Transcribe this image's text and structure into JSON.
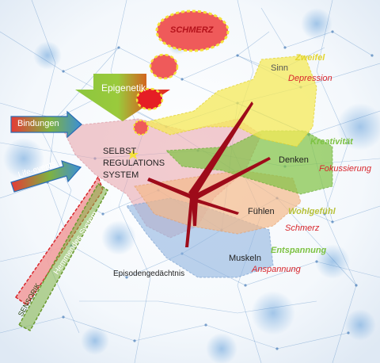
{
  "labels": {
    "schmerz_top": "SCHMERZ",
    "epigenetik": "Epigenetik",
    "bindungen": "Bindungen",
    "life_events": "Life-events",
    "selbst_1": "SELBST",
    "selbst_2": "REGULATIONS",
    "selbst_3": "SYSTEM",
    "hemmendes": "Hemmendes System",
    "sensorik": "SENSORIK",
    "sinn": "Sinn",
    "zweifel": "Zweifel",
    "depression": "Depression",
    "kreativitaet": "Kreativität",
    "denken": "Denken",
    "fokussierung": "Fokussierung",
    "fuehlen": "Fühlen",
    "wohlgefuehl": "Wohlgefühl",
    "schmerz": "Schmerz",
    "muskeln": "Muskeln",
    "entspannung": "Entspannung",
    "anspannung": "Anspannung",
    "episodengedaechtnis": "Episodengedächtnis"
  },
  "colors": {
    "network": "#1f5fa8",
    "pink_region": "#e8a0a8",
    "yellow_region": "#f2ea52",
    "green_region": "#7fc241",
    "orange_region": "#f3b98a",
    "blue_region": "#8fb4e0",
    "dark_red": "#9e0b1a",
    "red_accent": "#d8262c"
  }
}
